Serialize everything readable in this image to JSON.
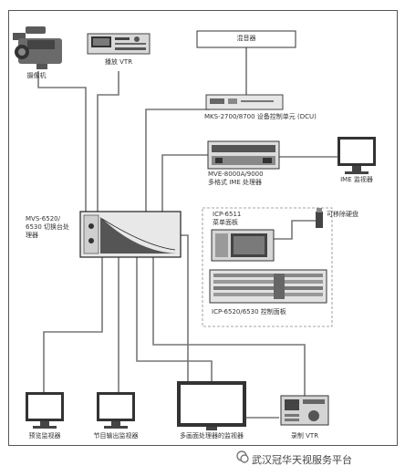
{
  "labels": {
    "camera": "摄像机",
    "playback_vtr": "播放 VTR",
    "mixer": "混音器",
    "mks": "MKS-2700/8700 设备控制单元 (DCU)",
    "mvee_line1": "MVE-8000A/9000",
    "mvee_line2": "多格式 IME 处理器",
    "ime_monitor": "IME 监视器",
    "mvs_line1": "MVS-6520/",
    "mvs_line2": "6530 切换台处",
    "mvs_line3": "理器",
    "icp_menu_line1": "ICP-6511",
    "icp_menu_line2": "菜单面板",
    "removable_disk": "可移除硬盘",
    "icp_control": "ICP-6520/6530 控制面板",
    "preview_monitor": "预览监视器",
    "program_monitor": "节目输出监视器",
    "multiview_monitor": "多画面处理器的监视器",
    "recording_vtr": "录制 VTR"
  },
  "watermark": "武汉冠华天视服务平台"
}
